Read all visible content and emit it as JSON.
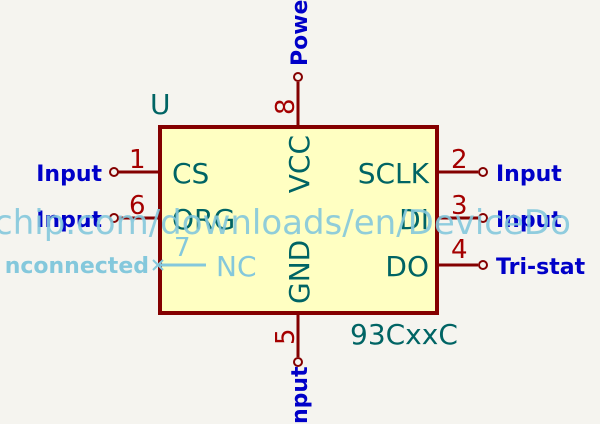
{
  "component": {
    "reference": "U",
    "value": "93CxxC",
    "datasheet_overlay": "chip.com/downloads/en/DeviceDo",
    "colors": {
      "body_fill": "#ffffc2",
      "body_stroke": "#840000",
      "pin_stroke": "#840000",
      "pin_number": "#a40000",
      "pin_name": "#006464",
      "pin_type": "#0000c8",
      "overlay": "#84c8dc",
      "background": "#f5f4ef"
    }
  },
  "pins": [
    {
      "number": "1",
      "name": "CS",
      "type": "Input"
    },
    {
      "number": "6",
      "name": "ORG",
      "type": "Input"
    },
    {
      "number": "7",
      "name": "NC",
      "type": "nconnected"
    },
    {
      "number": "2",
      "name": "SCLK",
      "type": "Input"
    },
    {
      "number": "3",
      "name": "DI",
      "type": "Input"
    },
    {
      "number": "4",
      "name": "DO",
      "type": "Tri-stat"
    },
    {
      "number": "8",
      "name": "VCC",
      "type": "Powe"
    },
    {
      "number": "5",
      "name": "GND",
      "type": "nput"
    }
  ]
}
